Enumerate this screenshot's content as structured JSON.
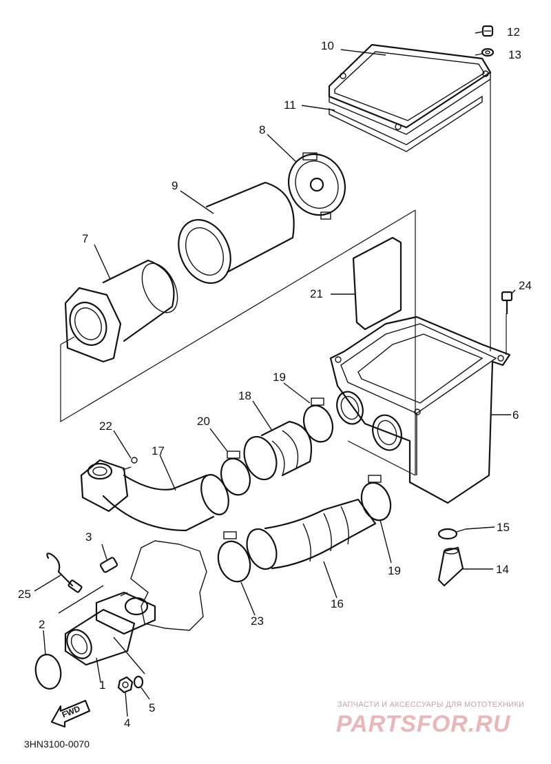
{
  "diagram_code": "3HN3100-0070",
  "fwd_label": "FWD",
  "watermark": {
    "tagline": "ЗАПЧАСТИ И АКСЕССУАРЫ ДЛЯ МОТОТЕХНИКИ",
    "brand": "PARTSFOR.RU"
  },
  "callouts": [
    {
      "id": "c1",
      "text": "1"
    },
    {
      "id": "c2",
      "text": "2"
    },
    {
      "id": "c3",
      "text": "3"
    },
    {
      "id": "c4",
      "text": "4"
    },
    {
      "id": "c5",
      "text": "5"
    },
    {
      "id": "c6",
      "text": "6"
    },
    {
      "id": "c7",
      "text": "7"
    },
    {
      "id": "c8",
      "text": "8"
    },
    {
      "id": "c9",
      "text": "9"
    },
    {
      "id": "c10",
      "text": "10"
    },
    {
      "id": "c11",
      "text": "11"
    },
    {
      "id": "c12",
      "text": "12"
    },
    {
      "id": "c13",
      "text": "13"
    },
    {
      "id": "c14",
      "text": "14"
    },
    {
      "id": "c15",
      "text": "15"
    },
    {
      "id": "c16",
      "text": "16"
    },
    {
      "id": "c17",
      "text": "17"
    },
    {
      "id": "c18",
      "text": "18"
    },
    {
      "id": "c19a",
      "text": "19"
    },
    {
      "id": "c19b",
      "text": "19"
    },
    {
      "id": "c20",
      "text": "20"
    },
    {
      "id": "c21",
      "text": "21"
    },
    {
      "id": "c22",
      "text": "22"
    },
    {
      "id": "c23",
      "text": "23"
    },
    {
      "id": "c24",
      "text": "24"
    },
    {
      "id": "c25",
      "text": "25"
    }
  ]
}
